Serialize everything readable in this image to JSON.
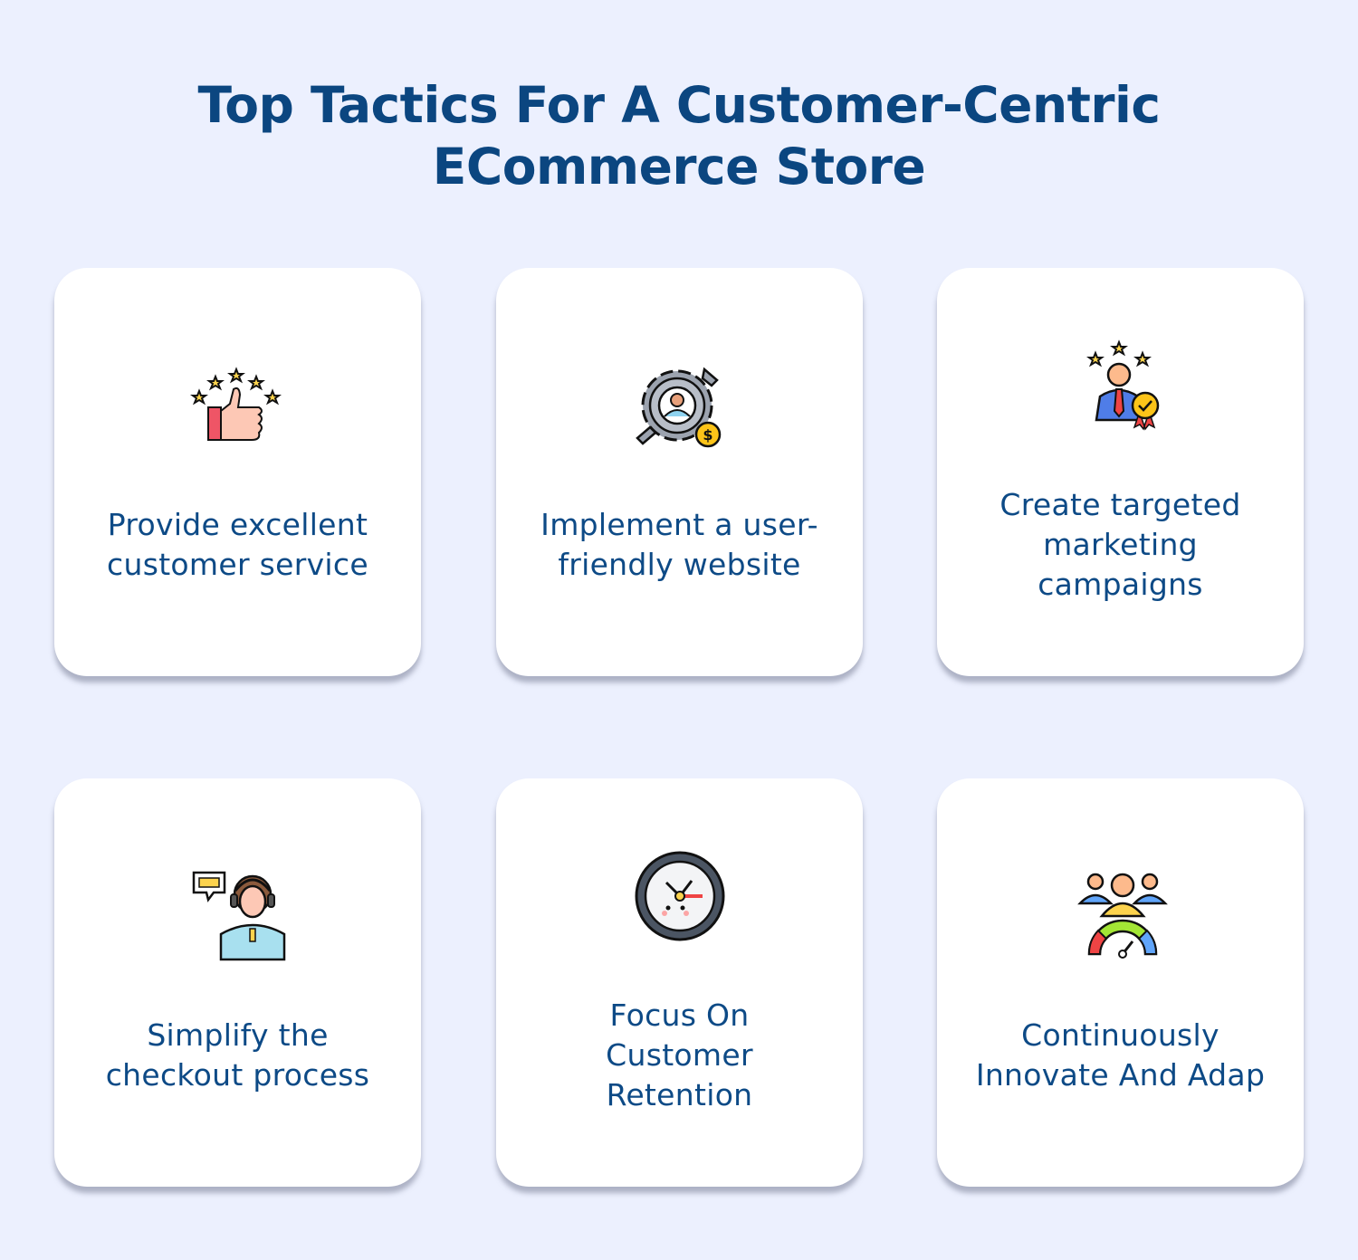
{
  "title": {
    "line1": "Top Tactics For A Customer-Centric",
    "line2": "ECommerce Store"
  },
  "cards": [
    {
      "icon": "thumbs-up-stars-icon",
      "line1": "Provide excellent",
      "line2": "customer service",
      "line3": ""
    },
    {
      "icon": "gear-user-wrench-icon",
      "line1": "Implement a user-",
      "line2": "friendly website",
      "line3": ""
    },
    {
      "icon": "person-award-stars-icon",
      "line1": "Create targeted",
      "line2": "marketing",
      "line3": "campaigns"
    },
    {
      "icon": "support-agent-headset-icon",
      "line1": "Simplify the",
      "line2": "checkout process",
      "line3": ""
    },
    {
      "icon": "clock-face-icon",
      "line1": "Focus On",
      "line2": "Customer",
      "line3": "Retention"
    },
    {
      "icon": "team-gauge-icon",
      "line1": "Continuously",
      "line2": "Innovate And Adap",
      "line3": ""
    }
  ],
  "colors": {
    "background": "#ecf0fe",
    "text": "#0d4a86",
    "card": "#ffffff"
  }
}
